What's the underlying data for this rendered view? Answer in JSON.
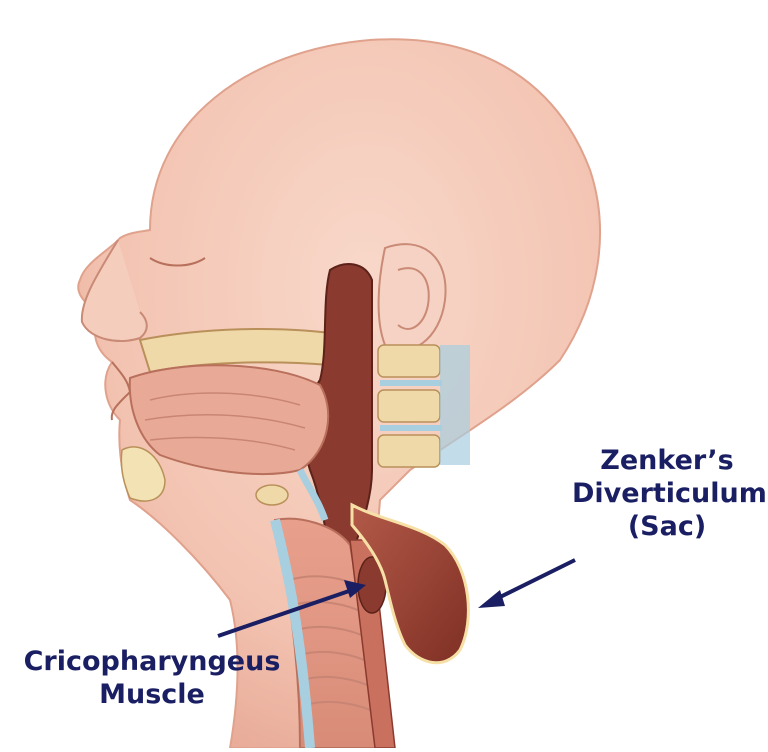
{
  "labels": {
    "zenker": {
      "line1": "Zenker’s",
      "line2": "Diverticulum",
      "line3": "(Sac)"
    },
    "cricopharyngeus": {
      "line1": "Cricopharyngeus",
      "line2": "Muscle"
    }
  },
  "colors": {
    "label_text": "#1a1f63",
    "arrow": "#1a1f63",
    "skin": "#f3c6b4",
    "skin_shadow": "#e9a996",
    "pharynx": "#8a3a2e",
    "mucosa": "#c9705f",
    "bone": "#f0d9a8",
    "cartilage": "#a8cfe0",
    "fat": "#f2e2b4"
  }
}
